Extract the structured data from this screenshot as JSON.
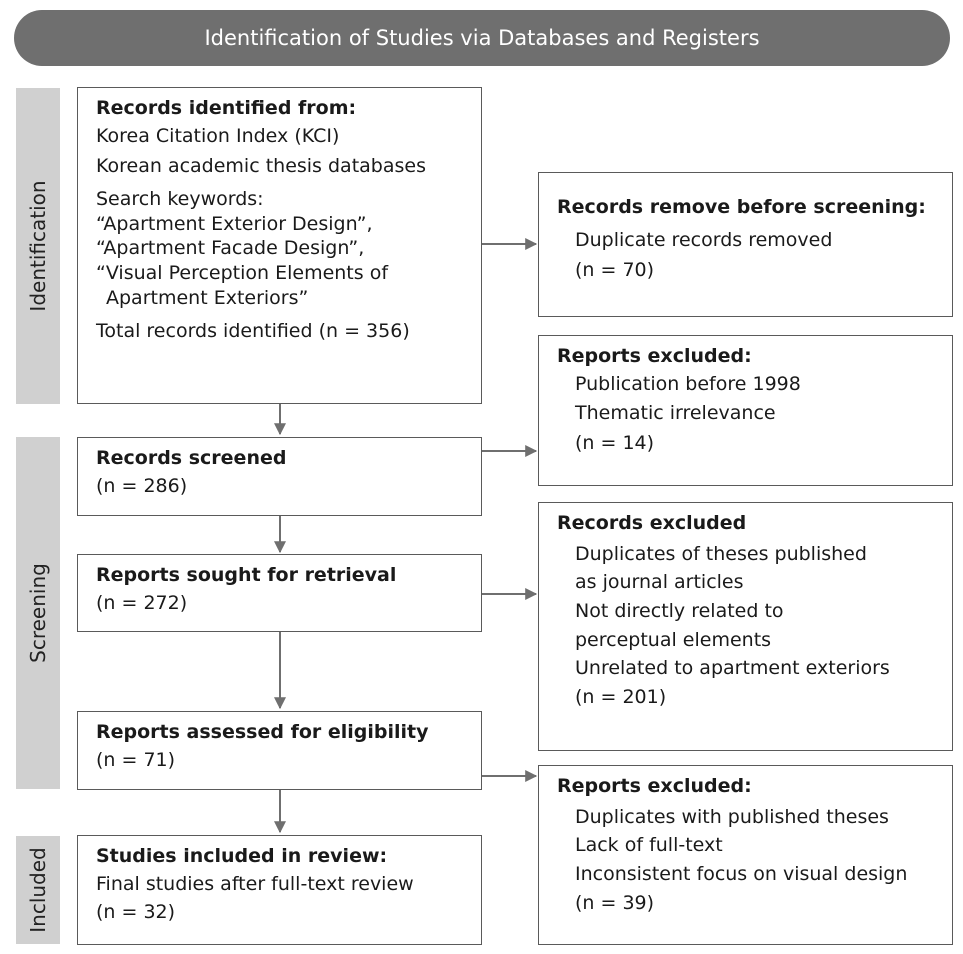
{
  "header": {
    "title": "Identification of Studies via Databases and Registers"
  },
  "phases": {
    "identification": "Identification",
    "screening": "Screening",
    "included": "Included"
  },
  "identification_box": {
    "title": "Records identified from:",
    "source_1": "Korea Citation Index (KCI)",
    "source_2": "Korean academic thesis databases",
    "keywords_label": "Search keywords:",
    "keyword_1": "“Apartment Exterior Design”,",
    "keyword_2": "“Apartment Facade Design”,",
    "keyword_3": "“Visual Perception Elements of",
    "keyword_3b": "Apartment Exteriors”",
    "total": "Total records identified (n = 356)"
  },
  "removed_box": {
    "title": "Records remove before screening:",
    "item_1": "Duplicate records removed",
    "count": "(n = 70)"
  },
  "screened_box": {
    "title": "Records screened",
    "count": "(n = 286)"
  },
  "excluded_reports_1": {
    "title": "Reports excluded:",
    "item_1": "Publication before 1998",
    "item_2": "Thematic irrelevance",
    "count": "(n = 14)"
  },
  "sought_box": {
    "title": "Reports sought for retrieval",
    "count": "(n = 272)"
  },
  "excluded_records": {
    "title": "Records excluded",
    "item_1a": "Duplicates of theses published",
    "item_1b": "as journal articles",
    "item_2a": "Not directly related to",
    "item_2b": "perceptual elements",
    "item_3": "Unrelated to apartment exteriors",
    "count": "(n = 201)"
  },
  "assessed_box": {
    "title": "Reports assessed for eligibility",
    "count": "(n = 71)"
  },
  "excluded_reports_2": {
    "title": "Reports excluded:",
    "item_1": "Duplicates with published theses",
    "item_2": "Lack of full-text",
    "item_3": "Inconsistent focus on visual design",
    "count": "(n = 39)"
  },
  "included_box": {
    "title": "Studies included in review:",
    "item_1": "Final studies after full-text review",
    "count": "(n = 32)"
  }
}
